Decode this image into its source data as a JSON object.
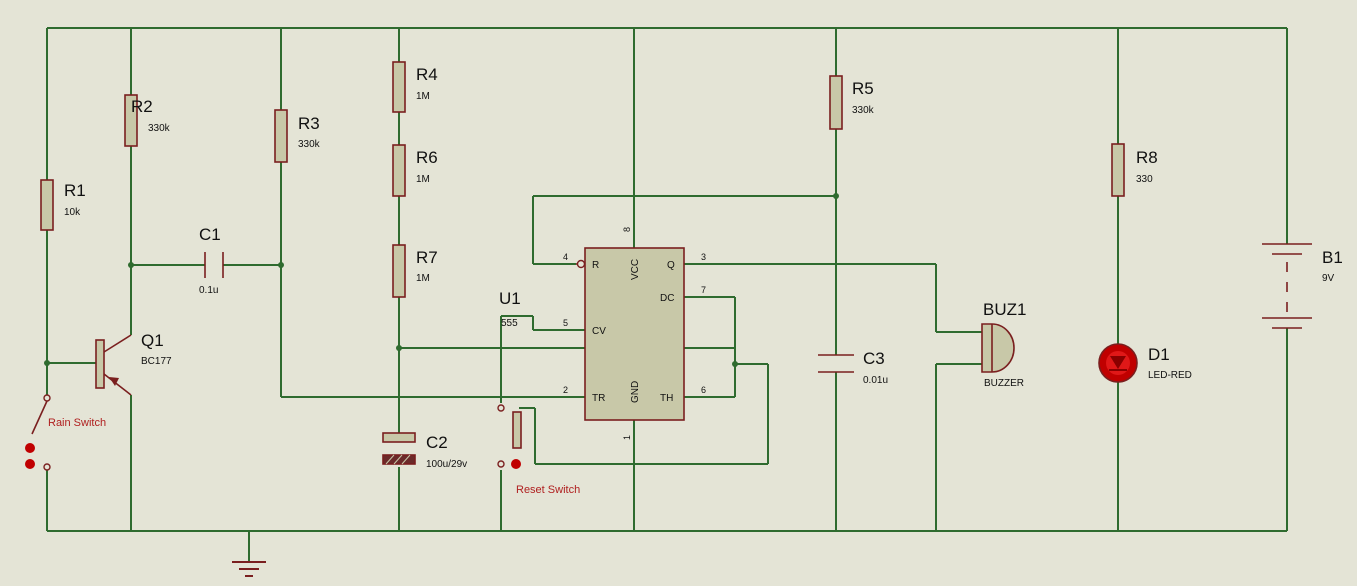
{
  "components": {
    "R1": {
      "ref": "R1",
      "value": "10k"
    },
    "R2": {
      "ref": "R2",
      "value": "330k"
    },
    "R3": {
      "ref": "R3",
      "value": "330k"
    },
    "R4": {
      "ref": "R4",
      "value": "1M"
    },
    "R5": {
      "ref": "R5",
      "value": "330k"
    },
    "R6": {
      "ref": "R6",
      "value": "1M"
    },
    "R7": {
      "ref": "R7",
      "value": "1M"
    },
    "R8": {
      "ref": "R8",
      "value": "330"
    },
    "C1": {
      "ref": "C1",
      "value": "0.1u"
    },
    "C2": {
      "ref": "C2",
      "value": "100u/29v"
    },
    "C3": {
      "ref": "C3",
      "value": "0.01u"
    },
    "Q1": {
      "ref": "Q1",
      "value": "BC177"
    },
    "U1": {
      "ref": "U1",
      "value": "555"
    },
    "BUZ1": {
      "ref": "BUZ1",
      "value": "BUZZER"
    },
    "D1": {
      "ref": "D1",
      "value": "LED-RED"
    },
    "B1": {
      "ref": "B1",
      "value": "9V"
    }
  },
  "switches": {
    "rain": "Rain Switch",
    "reset": "Reset Switch"
  },
  "ic_pins": {
    "R": "R",
    "VCC": "VCC",
    "Q": "Q",
    "DC": "DC",
    "CV": "CV",
    "TR": "TR",
    "GND": "GND",
    "TH": "TH",
    "n4": "4",
    "n8": "8",
    "n3": "3",
    "n7": "7",
    "n5": "5",
    "n2": "2",
    "n6": "6",
    "n1": "1"
  },
  "colors": {
    "background": "#e4e4d6",
    "wire": "#2f6b2f",
    "component_outline": "#7a1f1f",
    "component_fill": "#c8c8a8",
    "led_red": "#c00000",
    "switch_label": "#b02020"
  }
}
